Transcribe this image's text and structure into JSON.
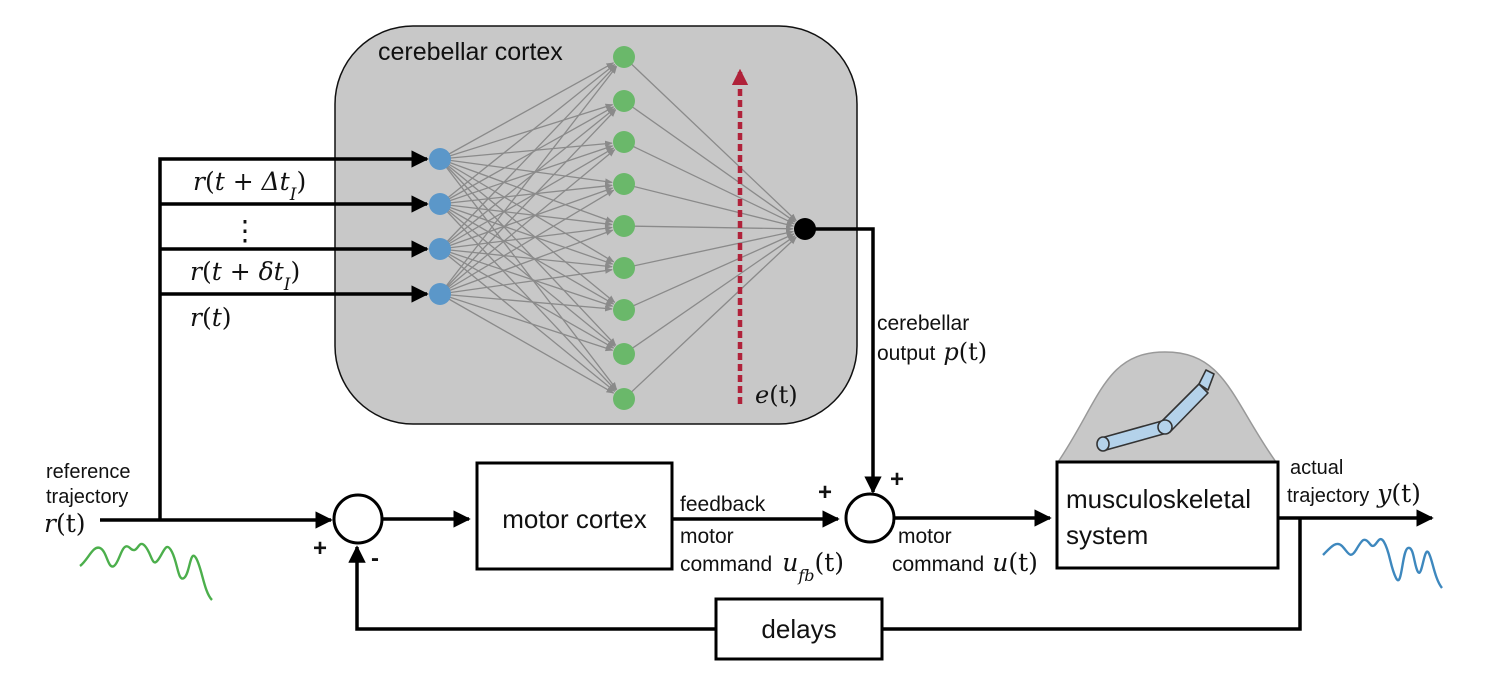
{
  "colors": {
    "cortex_fill": "#c8c8c8",
    "input_node": "#5b97c9",
    "hidden_node": "#6ab86a",
    "output_node": "#000000",
    "connection": "#8a8a8a",
    "error_signal": "#b0223a",
    "reference_trace": "#4caf4c",
    "actual_trace": "#3e88be",
    "arm_fill": "#b4d2ea"
  },
  "cerebellum": {
    "title": "cerebellar cortex",
    "inputs": [
      {
        "var": "r",
        "paren_open": "(",
        "body": "t + Δt",
        "sub": "I",
        "paren_close": ")"
      },
      {
        "var": "r",
        "paren_open": "(",
        "body": "t + δt",
        "sub": "I",
        "paren_close": ")"
      },
      {
        "var": "r",
        "paren_open": "(",
        "body": "t",
        "sub": "",
        "paren_close": ")"
      }
    ],
    "ellipsis": "⋮",
    "error_label": {
      "var": "e",
      "arg": "(t)"
    },
    "output_label": {
      "line1": "cerebellar",
      "line2": "output",
      "var": "p",
      "arg": "(t)"
    }
  },
  "reference": {
    "line1": "reference",
    "line2": "trajectory",
    "var": "r",
    "arg": "(t)"
  },
  "sum1": {
    "plus": "+",
    "minus": "-"
  },
  "sum2": {
    "plus_left": "+",
    "plus_right": "+"
  },
  "motor_cortex": {
    "label": "motor cortex"
  },
  "feedback_command": {
    "line1": "feedback",
    "line2": "motor",
    "line3": "command",
    "var": "u",
    "sub": "fb",
    "arg": "(t)"
  },
  "motor_command": {
    "line1": "motor",
    "line2": "command",
    "var": "u",
    "arg": "(t)"
  },
  "musculoskeletal": {
    "line1": "musculoskeletal",
    "line2": "system"
  },
  "actual": {
    "line1": "actual",
    "line2": "trajectory",
    "var": "y",
    "arg": "(t)"
  },
  "delays": {
    "label": "delays"
  }
}
